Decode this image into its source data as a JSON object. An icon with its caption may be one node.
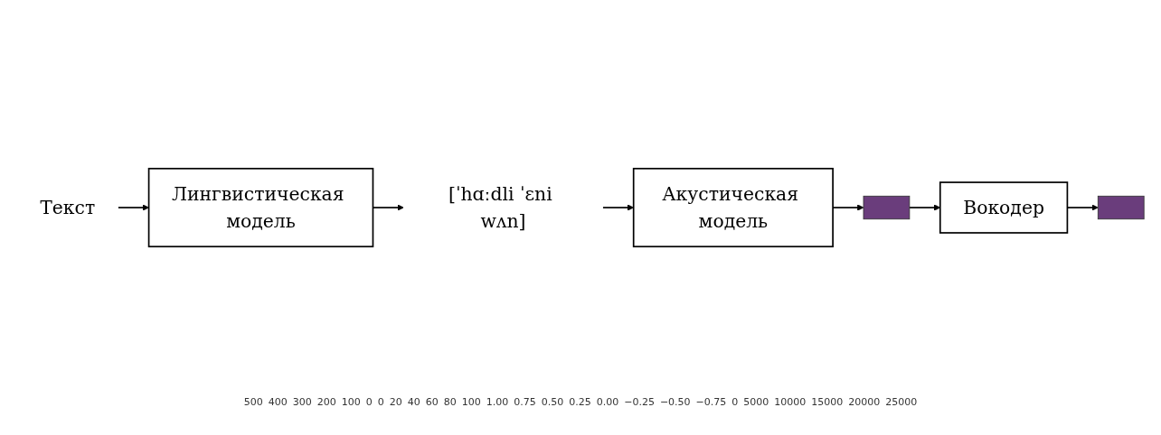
{
  "diagram": {
    "nodes": [
      {
        "text": [
          "Текст"
        ]
      },
      {
        "text": [
          "Лингвистическая модель"
        ]
      },
      {
        "text": [
          "[ˈhɑːdli ˈɛni wʌn]"
        ]
      },
      {
        "text": [
          "Акустическая модель"
        ]
      },
      {
        "text": [],
        "shape": "box"
      },
      {
        "text": [
          "Вокодер"
        ]
      },
      {
        "text": [],
        "shape": "box"
      }
    ],
    "edges": [
      {
        "from": 0,
        "to": 1,
        "arrow": "to"
      },
      {
        "from": 1,
        "to": 2,
        "arrow": "to"
      },
      {
        "from": 2,
        "to": 3,
        "arrow": "to"
      },
      {
        "from": 3,
        "to": 4,
        "arrow": "to"
      },
      {
        "from": 4,
        "to": 5,
        "arrow": "to"
      },
      {
        "from": 5,
        "to": 6,
        "arrow": "to"
      }
    ],
    "labels": [
      "500",
      "400",
      "300",
      "200",
      "100",
      "0",
      "0",
      "20",
      "40",
      "60",
      "80",
      "100",
      "1.00",
      "0.75",
      "0.50",
      "0.25",
      "0.00",
      "−0.25",
      "−0.50",
      "−0.75",
      "0",
      "5000",
      "10000",
      "15000",
      "20000",
      "25000"
    ]
  }
}
